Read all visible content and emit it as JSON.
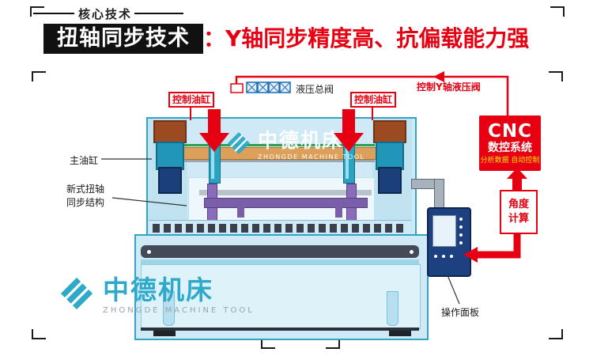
{
  "header": {
    "tag": "核心技术",
    "title": "扭轴同步技术",
    "subtitle": "：Y轴同步精度高、抗偏载能力强"
  },
  "diagram": {
    "labels": {
      "control_cylinder_left": "控制油缸",
      "control_cylinder_right": "控制油缸",
      "hydraulic_main_valve": "液压总阀",
      "control_y_valve": "控制Y轴液压阀",
      "main_cylinder": "主油缸",
      "torsion_line1": "新式扭轴",
      "torsion_line2": "同步结构",
      "angle_calc": "角度计算",
      "operation_panel": "操作面板"
    },
    "cnc": {
      "title": "CNC",
      "subtitle": "数控系统",
      "caption": "分析数据 自动控制"
    }
  },
  "watermark": {
    "cn": "中德机床",
    "en": "ZHONGDE MACHINE TOOL"
  },
  "footer_logo": {
    "cn": "中德机床",
    "en": "ZHONGDE MACHINE TOOL"
  },
  "colors": {
    "accent_red": "#e60012",
    "brand_teal": "#2fa9c9",
    "machine_blue": "#cfeaf6",
    "cnc_caption_yellow": "#ffe100",
    "purple_structure": "#7b5ea9"
  }
}
